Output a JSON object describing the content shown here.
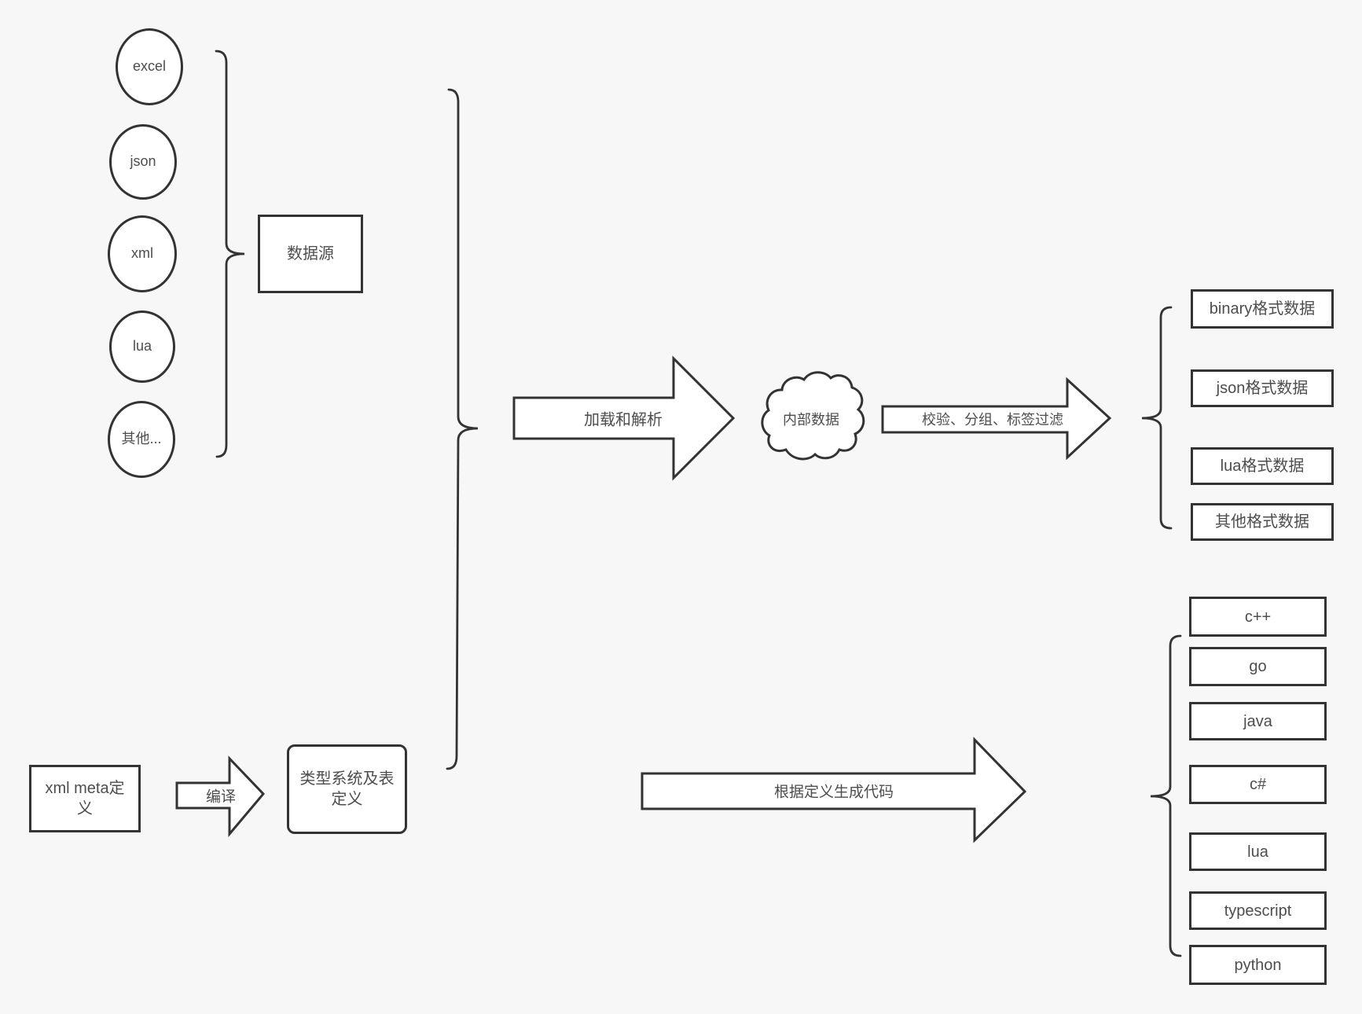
{
  "colors": {
    "background": "#f7f7f7",
    "stroke": "#333333",
    "shape_fill": "#ffffff",
    "text": "#4d4d4d"
  },
  "sources": {
    "items": [
      "excel",
      "json",
      "xml",
      "lua",
      "其他..."
    ],
    "group_box": "数据源"
  },
  "flow": {
    "load_arrow": "加载和解析",
    "internal_data_cloud": "内部数据",
    "filter_arrow": "校验、分组、标签过滤",
    "format_outputs": [
      "binary格式数据",
      "json格式数据",
      "lua格式数据",
      "其他格式数据"
    ],
    "codegen_arrow": "根据定义生成代码",
    "languages": [
      "c++",
      "go",
      "java",
      "c#",
      "lua",
      "typescript",
      "python"
    ]
  },
  "definition": {
    "xml_meta_box": "xml meta定义",
    "compile_arrow": "编译",
    "type_system_box": "类型系统及表定义"
  }
}
